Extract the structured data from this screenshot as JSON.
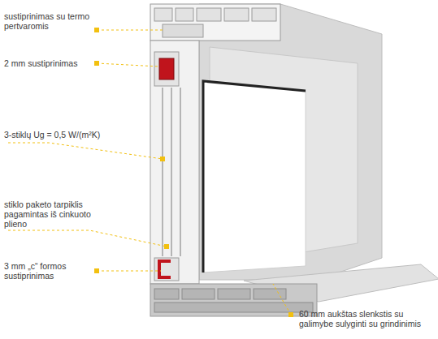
{
  "diagram": {
    "labels": [
      "sustiprinimas su termo pertvaromis",
      "2 mm sustiprinimas",
      "3-stiklų Ug = 0,5 W/(m²K)",
      "stiklo paketo tarpiklis pagamintas iš cinkuoto plieno",
      "3 mm „c“ formos sustiprinimas",
      "60 mm aukštas slenkstis su galimybe sulyginti su grindinimis"
    ]
  }
}
